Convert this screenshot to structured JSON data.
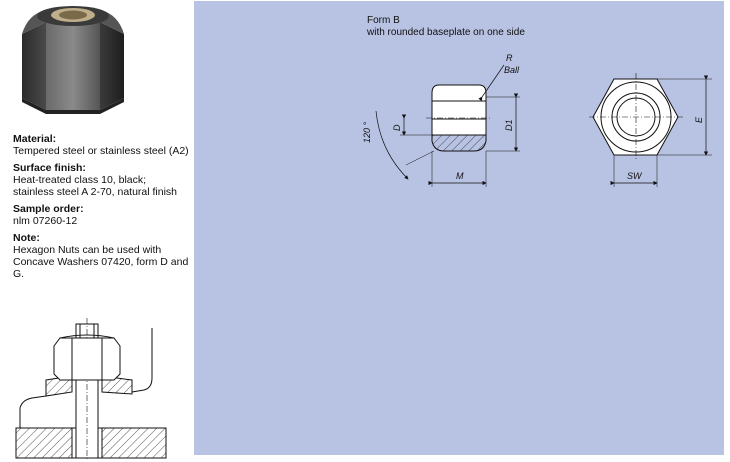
{
  "info": {
    "material_heading": "Material:",
    "material_text": "Tempered steel or stainless steel (A2)",
    "surface_heading": "Surface finish:",
    "surface_text": "Heat-treated class 10, black;\nstainless steel A 2-70, natural finish",
    "sample_heading": "Sample order:",
    "sample_text": "nlm 07260-12",
    "note_heading": "Note:",
    "note_text": "Hexagon Nuts can be used with\nConcave Washers 07420, form D and G."
  },
  "drawing": {
    "form_title": "Form B",
    "form_subtitle": "with rounded baseplate on one side",
    "labels": {
      "r": "R",
      "ball": "Ball",
      "angle": "120 °",
      "d": "D",
      "d1": "D1",
      "m": "M",
      "e": "E",
      "sw": "SW"
    }
  },
  "colors": {
    "panel": "#b8c2e2",
    "line": "#111111"
  }
}
